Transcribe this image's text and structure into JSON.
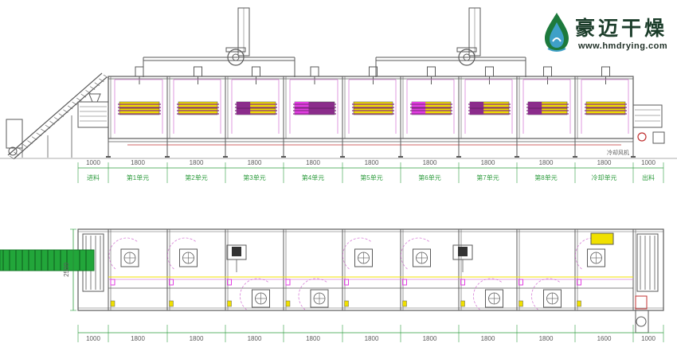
{
  "brand": {
    "name": "豪迈干燥",
    "url": "www.hmdrying.com",
    "colors": {
      "drop_top": "#1d7a3c",
      "drop_bottom": "#3fa0c8",
      "title": "#1b3d2a"
    }
  },
  "elevation_view": {
    "segments": [
      {
        "width": "1000",
        "label": "进料"
      },
      {
        "width": "1800",
        "label": "第1单元"
      },
      {
        "width": "1800",
        "label": "第2单元"
      },
      {
        "width": "1800",
        "label": "第3单元"
      },
      {
        "width": "1800",
        "label": "第4单元"
      },
      {
        "width": "1800",
        "label": "第5单元"
      },
      {
        "width": "1800",
        "label": "第6单元"
      },
      {
        "width": "1800",
        "label": "第7单元"
      },
      {
        "width": "1800",
        "label": "第8单元"
      },
      {
        "width": "1800",
        "label": "冷却单元"
      },
      {
        "width": "1000",
        "label": "出料"
      }
    ],
    "callout": "冷却风机"
  },
  "plan_view": {
    "segments": [
      "1000",
      "1800",
      "1800",
      "1800",
      "1800",
      "1800",
      "1800",
      "1800",
      "1800",
      "1600",
      "1000"
    ],
    "height_label": "2500"
  },
  "colors": {
    "frame": "#5a5a5a",
    "dim": "#2e9c3e",
    "purple": "#8b2c8b",
    "yellow": "#f0e000",
    "magenta": "#e23ee2",
    "conveyor": "#22a63a",
    "pink": "#d780d7",
    "red": "#c03030"
  }
}
